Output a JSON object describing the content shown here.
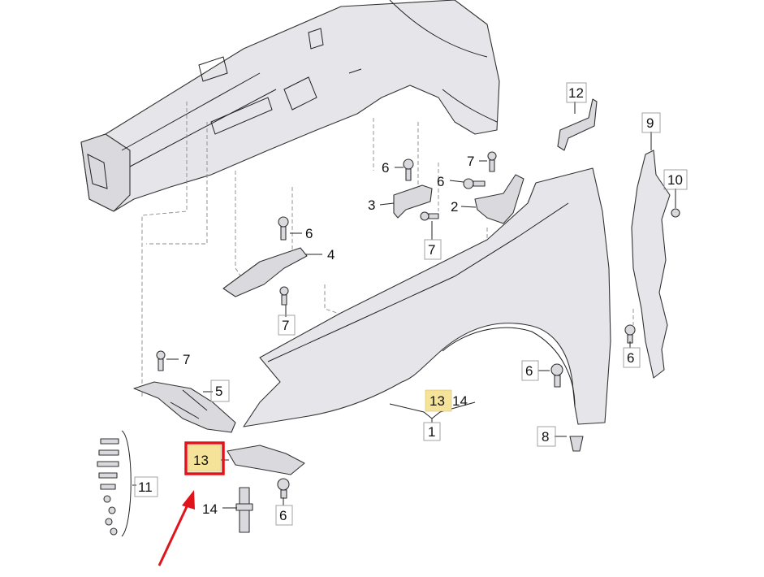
{
  "labels": {
    "p1": "1",
    "p2": "2",
    "p3": "3",
    "p4": "4",
    "p5": "5",
    "p6a": "6",
    "p6b": "6",
    "p6c": "6",
    "p6d": "6",
    "p6e": "6",
    "p6f": "6",
    "p7a": "7",
    "p7b": "7",
    "p7c": "7",
    "p7d": "7",
    "p8": "8",
    "p9": "9",
    "p10": "10",
    "p11": "11",
    "p12": "12",
    "p13a": "13",
    "p13b": "13",
    "p14a": "14",
    "p14b": "14"
  },
  "colors": {
    "highlight": "#f5e39a",
    "red_box": "#e0141b",
    "red_arrow": "#e0141b"
  }
}
